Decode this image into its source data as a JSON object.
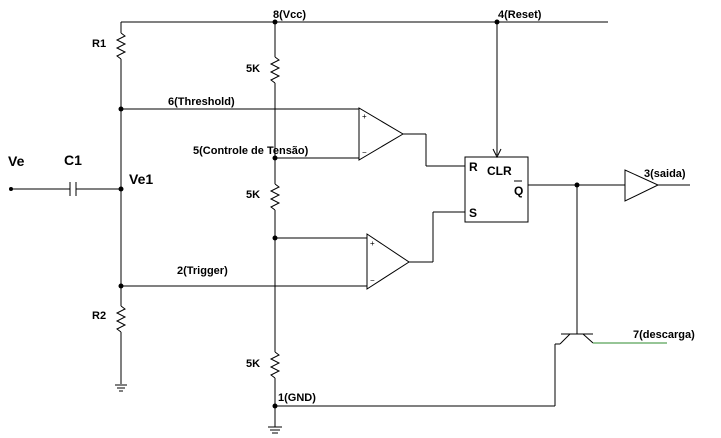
{
  "labels": {
    "vcc": "8(Vcc)",
    "reset": "4(Reset)",
    "r1": "R1",
    "r2": "R2",
    "threshold": "6(Threshold)",
    "control": "5(Controle de Tensão)",
    "trigger": "2(Trigger)",
    "gnd": "1(GND)",
    "ve": "Ve",
    "c1": "C1",
    "ve1": "Ve1",
    "res_top": "5K",
    "res_mid": "5K",
    "res_bot": "5K",
    "output": "3(saida)",
    "discharge": "7(descarga)"
  },
  "flipflop": {
    "r": "R",
    "s": "S",
    "clr": "CLR",
    "q": "Q"
  },
  "comparators": {
    "plus": "+",
    "minus": "−"
  },
  "colors": {
    "wire": "#000000",
    "discharge_wire": "#2e8b2e"
  }
}
